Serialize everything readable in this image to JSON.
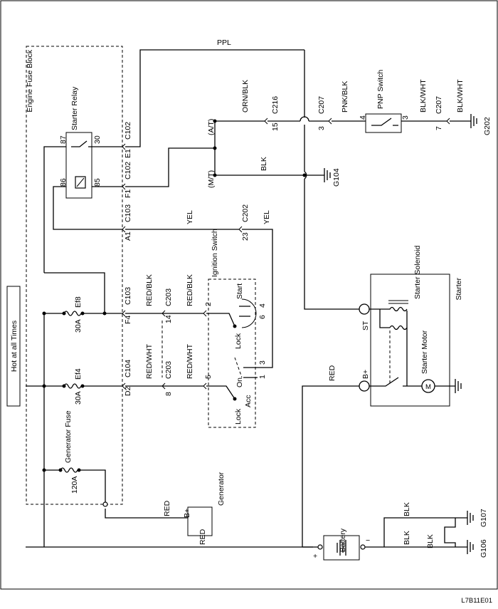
{
  "title_banner": "Hot at all Times",
  "figure_id": "L7B11E01",
  "blocks": {
    "engine_fuse_block": "Engine Fuse Block",
    "starter_relay": "Starter Relay",
    "ignition_switch": "Ignition Switch",
    "pnp_switch": "PNP Switch",
    "starter": "Starter",
    "starter_solenoid": "Starter Solenoid",
    "starter_motor": "Starter Motor",
    "generator": "Generator",
    "battery": "Battery",
    "generator_fuse": "Generator Fuse"
  },
  "fuses": {
    "ef8_rating": "30A",
    "ef8_name": "Ef8",
    "ef4_rating": "30A",
    "ef4_name": "Ef4",
    "gen_rating": "120A"
  },
  "wire_colors": {
    "ppl": "PPL",
    "orn_blk": "ORN/BLK",
    "pnk_blk": "PNK/BLK",
    "blk_wht_1": "BLK/WHT",
    "blk_wht_2": "BLK/WHT",
    "blk_1": "BLK",
    "yel_1": "YEL",
    "yel_2": "YEL",
    "red_blk_1": "RED/BLK",
    "red_blk_2": "RED/BLK",
    "red_wht_1": "RED/WHT",
    "red_wht_2": "RED/WHT",
    "red_1": "RED",
    "red_2": "RED",
    "red_3": "RED",
    "blk_2": "BLK",
    "blk_3": "BLK",
    "blk_4": "BLK"
  },
  "connectors": {
    "c102_a": "C102",
    "c102_b": "C102",
    "c103_a": "C103",
    "c103_b": "C103",
    "c104": "C104",
    "c216": "C216",
    "c207_a": "C207",
    "c207_b": "C207",
    "c202": "C202",
    "c203_a": "C203",
    "c203_b": "C203"
  },
  "pins": {
    "e1": "E1",
    "f1": "F1",
    "a1": "A1",
    "f4": "F4",
    "d2": "D2",
    "p87": "87",
    "p30": "30",
    "p86": "86",
    "p85": "85",
    "p15": "15",
    "p3a": "3",
    "p4": "4",
    "p3b": "3",
    "p7": "7",
    "p23": "23",
    "p14": "14",
    "p8": "8",
    "ign2": "2",
    "ign4": "4",
    "ign6": "6",
    "ign5": "5",
    "ign3": "3",
    "ign1": "1"
  },
  "grounds": {
    "g202": "G202",
    "g104": "G104",
    "g107": "G107",
    "g106": "G106"
  },
  "labels": {
    "at": "(A/T)",
    "mt": "(M/T)",
    "start": "Start",
    "lock1": "Lock",
    "on": "On",
    "acc": "Acc",
    "lock2": "Lock",
    "st": "ST",
    "bplus_starter": "B+",
    "bplus_gen": "B+",
    "motor_m": "M",
    "plus": "+",
    "minus": "−"
  }
}
